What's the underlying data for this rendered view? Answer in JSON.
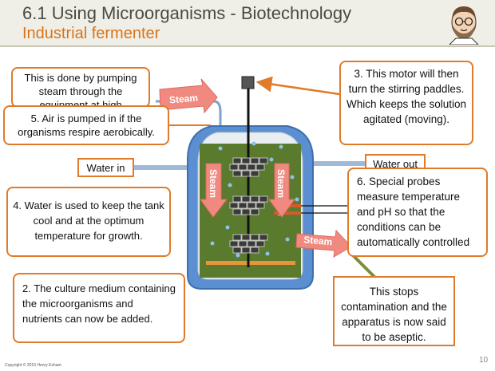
{
  "header": {
    "title": "6.1 Using Microorganisms - Biotechnology",
    "subtitle": "Industrial fermenter"
  },
  "boxes": {
    "pumping": "This is done by pumping steam through the equipment at high",
    "air": "5. Air is pumped in if the organisms respire aerobically.",
    "motor": "3. This motor will then turn the stirring paddles. Which keeps the solution agitated (moving).",
    "water_cool": "4. Water is used to keep the tank cool and at the optimum temperature for growth.",
    "probes": "6. Special probes measure temperature and pH so that the conditions can be automatically controlled",
    "culture": "2. The culture medium containing the microorganisms and nutrients can now be added.",
    "contamination": "This stops contamination and the apparatus is now said to be aseptic."
  },
  "labels": {
    "water_in": "Water in",
    "water_out": "Water out",
    "steam": "Steam"
  },
  "colors": {
    "accent": "#e07b29",
    "steam_arrow": "#f08a80",
    "tank_jacket": "#5b8fd1",
    "medium": "#5a7a2e",
    "probe": "#d85a2a"
  },
  "footer": {
    "copyright": "Copyright © 2015 Henry Exham",
    "page_number": "10"
  }
}
